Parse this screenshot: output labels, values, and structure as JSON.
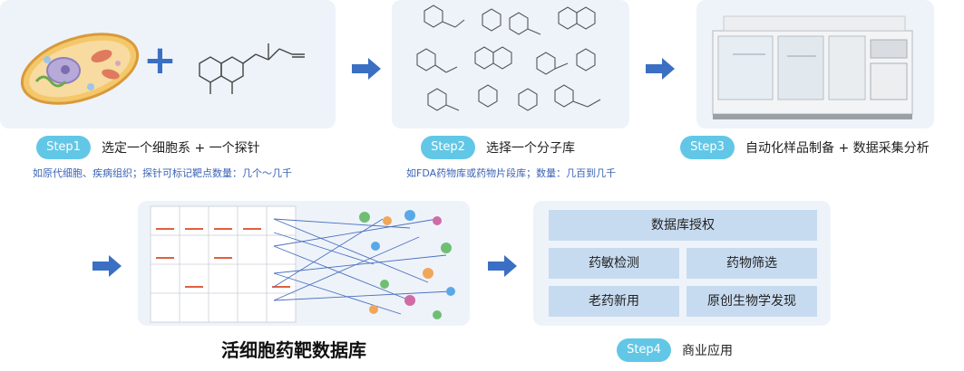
{
  "step1": {
    "label": "Step1",
    "title": "选定一个细胞系 + 一个探针",
    "subtitle": "如原代细胞、疾病组织；探针可标记靶点数量：几个～几千",
    "plus": "+"
  },
  "step2": {
    "label": "Step2",
    "title": "选择一个分子库",
    "subtitle": "如FDA药物库或药物片段库；数量：几百到几千"
  },
  "step3": {
    "label": "Step3",
    "title": "自动化样品制备 + 数据采集分析"
  },
  "database": {
    "title": "活细胞药靶数据库"
  },
  "step4": {
    "label": "Step4",
    "title": "商业应用",
    "header": "数据库授权",
    "cells": [
      "药敏检测",
      "药物筛选",
      "老药新用",
      "原创生物学发现"
    ]
  },
  "colors": {
    "accent": "#62c7e6",
    "arrow": "#3a6fc3",
    "panel": "#eef3fa",
    "cell": "#c7dbf0",
    "subtitle": "#3b63b6"
  }
}
